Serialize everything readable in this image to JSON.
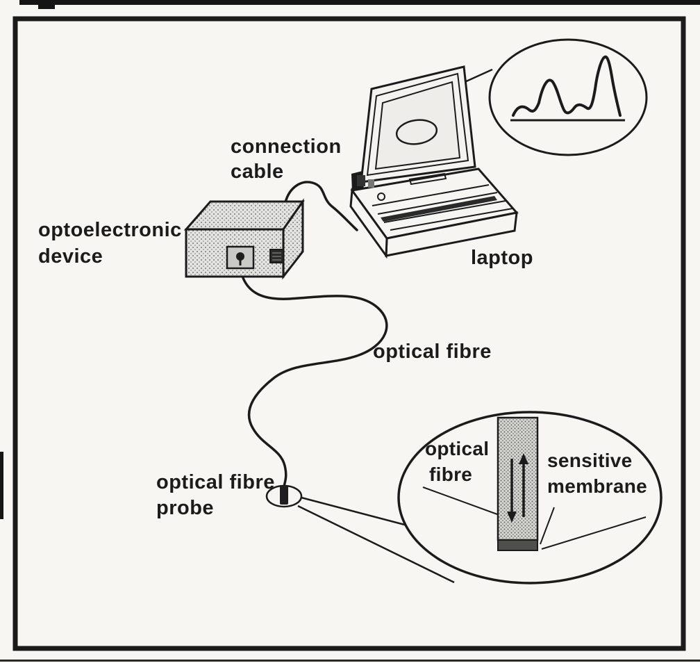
{
  "figure": {
    "labels": {
      "connection_cable_1": "connection",
      "connection_cable_2": "cable",
      "device_1": "optoelectronic",
      "device_2": "device",
      "laptop": "laptop",
      "optical_fibre": "optical fibre",
      "probe_1": "optical fibre",
      "probe_2": "probe",
      "inset_fibre_1": "optical",
      "inset_fibre_2": "fibre",
      "inset_membrane_1": "sensitive",
      "inset_membrane_2": "membrane"
    },
    "colors": {
      "ink": "#1b1b1b",
      "paper": "#f7f6f2",
      "box_fill": "#e3e3df",
      "stipple_dot": "#8a8a8a",
      "membrane_dark": "#4f4f4c"
    }
  }
}
